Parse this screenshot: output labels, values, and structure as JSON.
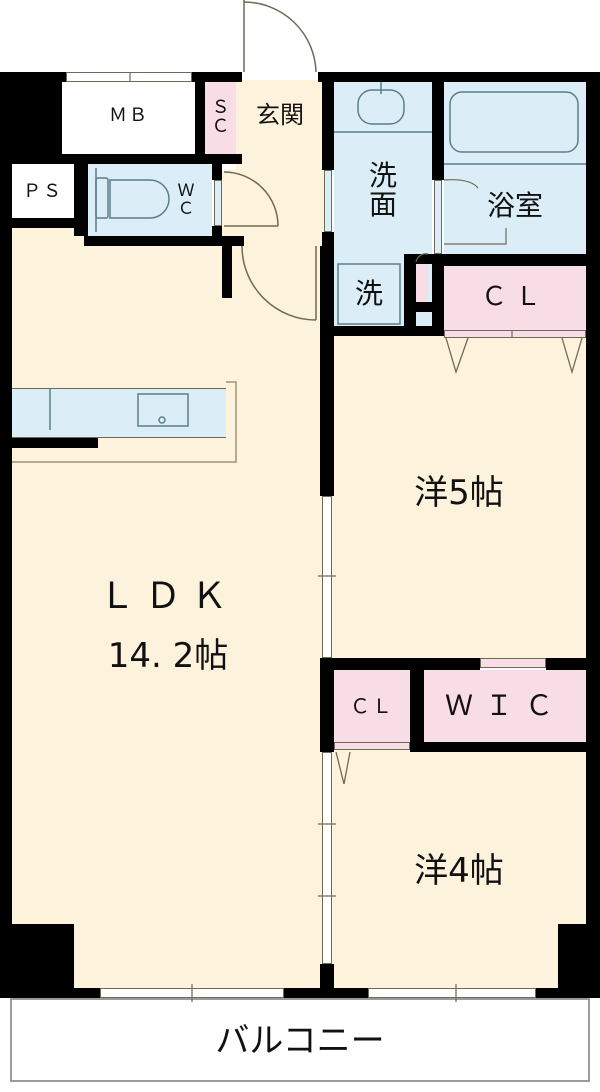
{
  "floorplan": {
    "rooms": {
      "mb": "ＭＢ",
      "ps": "ＰＳ",
      "sc": "Ｓ\nＣ",
      "genkan": "玄関",
      "wc": "Ｗ\nＣ",
      "senmen": "洗\n面",
      "yokushitsu": "浴室",
      "sentakuki": "洗",
      "cl_upper": "ＣＬ",
      "yo5": "洋5帖",
      "ldk_name": "ＬＤＫ",
      "ldk_size": "14. 2帖",
      "cl_lower": "ＣＬ",
      "wic": "ＷＩＣ",
      "yo4": "洋4帖",
      "balcony": "バルコニー"
    },
    "colors": {
      "floor": "#fdf3dd",
      "wet_area": "#dbeef8",
      "storage": "#f9dde6",
      "wall": "#000000",
      "outline": "#6f6a55"
    }
  }
}
